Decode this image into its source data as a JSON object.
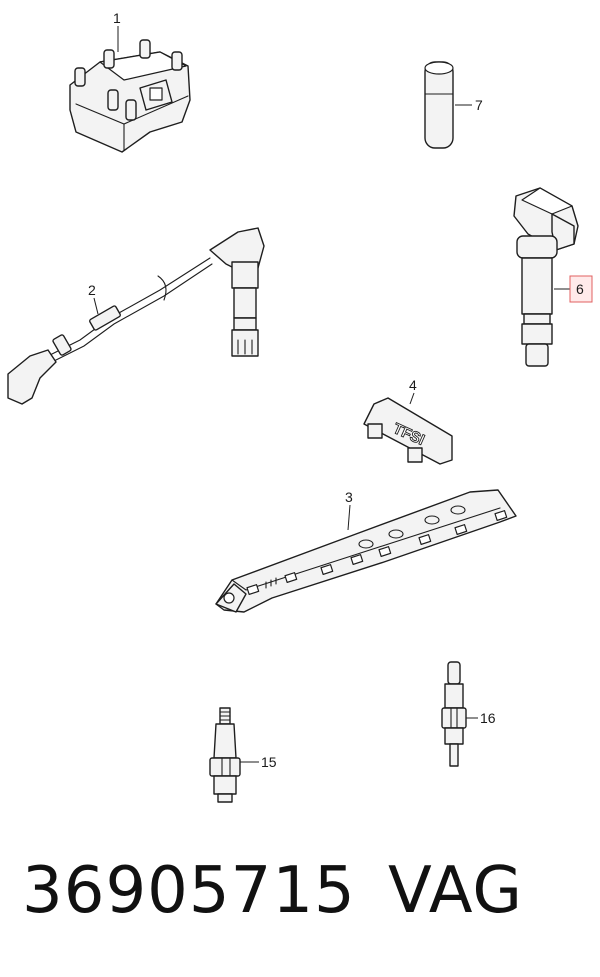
{
  "diagram": {
    "callouts": {
      "c1": "1",
      "c2": "2",
      "c3": "3",
      "c4": "4",
      "c6": "6",
      "c7": "7",
      "c15": "15",
      "c16": "16"
    },
    "cover_lettering": "TFSI",
    "highlight_color": "#e06060"
  },
  "footer": {
    "part_number": "36905715",
    "brand": "VAG"
  }
}
